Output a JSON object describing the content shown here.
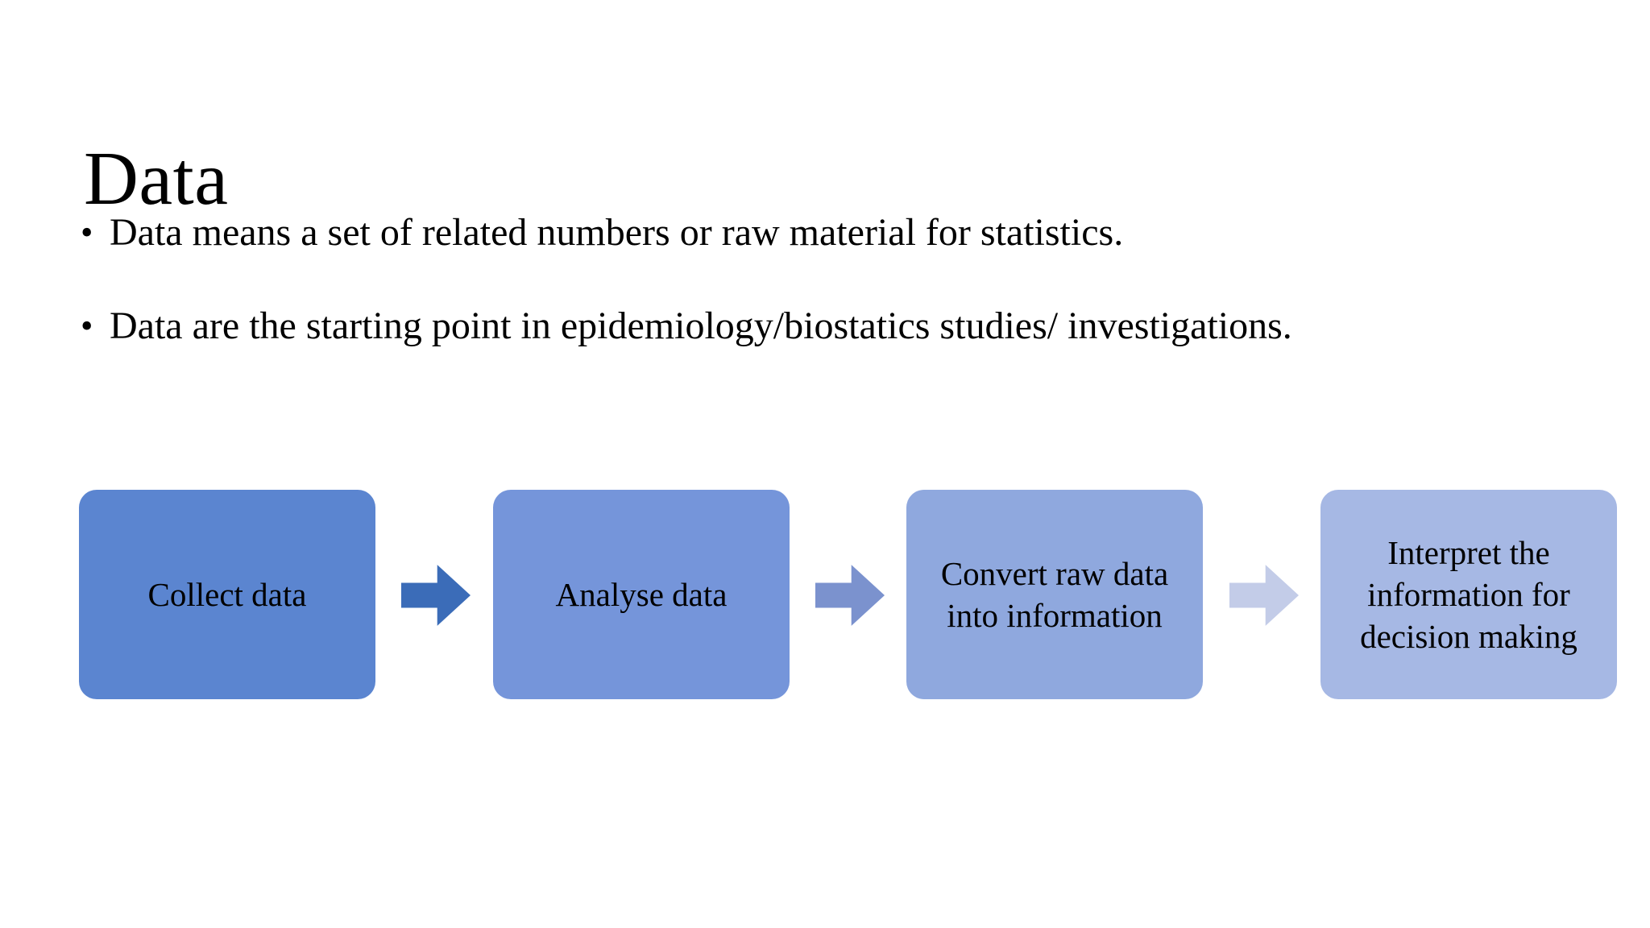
{
  "slide": {
    "title": "Data",
    "background_color": "#ffffff",
    "bullets": [
      {
        "marker": "•",
        "text": "Data means a set of related numbers or raw material for statistics."
      },
      {
        "marker": "•",
        "text": "Data are the starting point in epidemiology/biostatics studies/ investigations."
      }
    ],
    "flow": {
      "steps": [
        {
          "label": "Collect data",
          "color": "#5B85D0"
        },
        {
          "label": "Analyse data",
          "color": "#7595DA"
        },
        {
          "label": "Convert raw data into information",
          "color": "#8FA8DE"
        },
        {
          "label": "Interpret the information for decision making",
          "color": "#A6B8E4"
        }
      ],
      "arrows": [
        {
          "icon": "arrow-right-icon",
          "color": "#3B6CB8"
        },
        {
          "icon": "arrow-right-icon",
          "color": "#7B92CE"
        },
        {
          "icon": "arrow-right-icon",
          "color": "#C3CCE8"
        }
      ]
    }
  }
}
